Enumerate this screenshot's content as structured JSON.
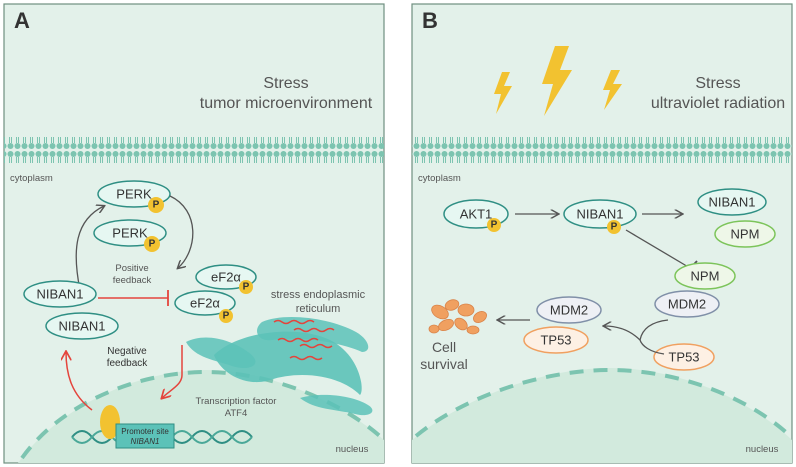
{
  "panel_a": {
    "letter": "A",
    "stress_line1": "Stress",
    "stress_line2": "tumor microenvironment",
    "cytoplasm": "cytoplasm",
    "nucleus": "nucleus",
    "perk": "PERK",
    "p": "P",
    "positive_line1": "Positive",
    "positive_line2": "feedback",
    "niban1": "NIBAN1",
    "ef2a": "eF2α",
    "er_line1": "stress endoplasmic",
    "er_line2": "reticulum",
    "negative_line1": "Negative",
    "negative_line2": "feedback",
    "tf_line1": "Transcription factor",
    "tf_line2": "ATF4",
    "promoter_line1": "Promoter site",
    "promoter_line2": "NIBAN1"
  },
  "panel_b": {
    "letter": "B",
    "stress_line1": "Stress",
    "stress_line2": "ultraviolet radiation",
    "cytoplasm": "cytoplasm",
    "nucleus": "nucleus",
    "akt1": "AKT1",
    "niban1": "NIBAN1",
    "npm": "NPM",
    "mdm2": "MDM2",
    "tp53": "TP53",
    "p": "P",
    "cell_line1": "Cell",
    "cell_line2": "survival"
  },
  "colors": {
    "panel_bg": "#e3f1ea",
    "panel_border": "#6f8f80",
    "membrane": "#7cc4b0",
    "er": "#5cc2b8",
    "red": "#e4443c",
    "phospho": "#f2c230",
    "bolt": "#f2c230",
    "pill_teal": "#2f8f84",
    "pill_green": "#7cc45a",
    "pill_orange": "#f0a060",
    "pill_slate": "#8090a8"
  }
}
